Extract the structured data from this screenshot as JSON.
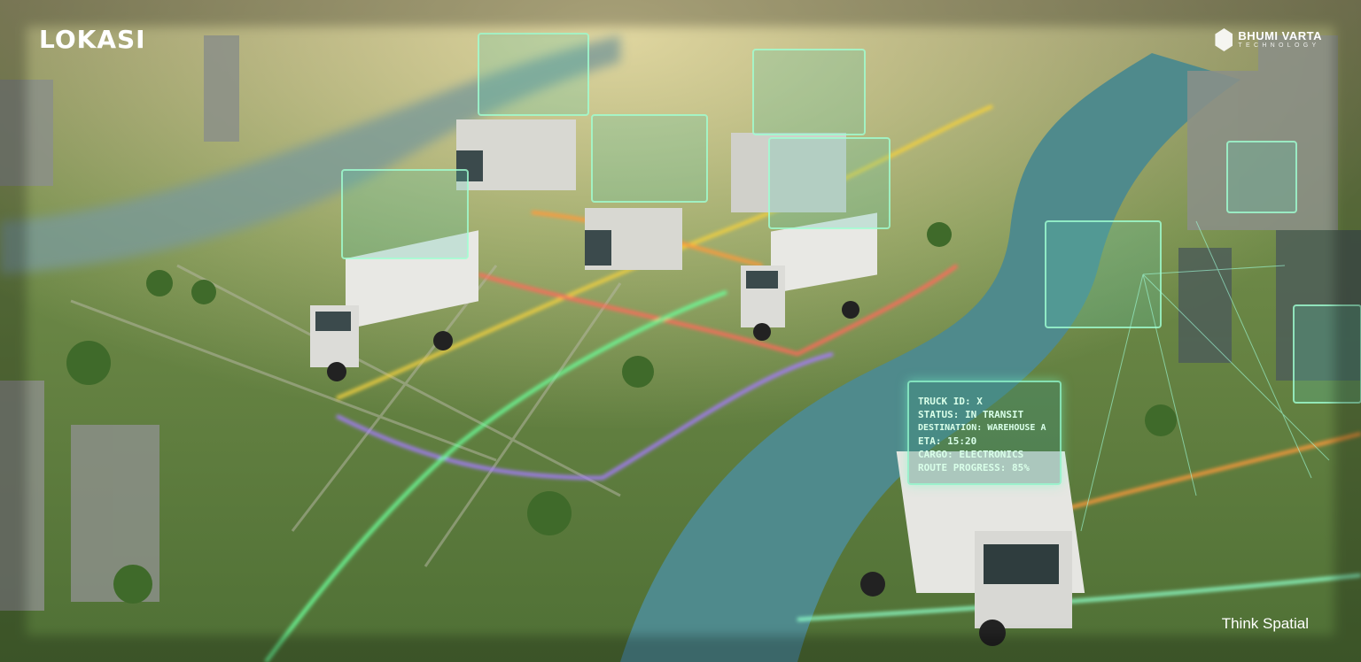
{
  "header": {
    "left_logo": "LOKASI",
    "right_logo_name": "BHUMI VARTA",
    "right_logo_sub": "TECHNOLOGY"
  },
  "tagline": "Think Spatial",
  "hero_panel": {
    "lines": [
      "TRUCK ID: X",
      "STATUS: IN TRANSIT",
      "DESTINATION: WAREHOUSE A",
      "ETA: 15:20",
      "CARGO: ELECTRONICS",
      "ROUTE PROGRESS: 85%"
    ]
  },
  "colors": {
    "river": "#4f8a8c",
    "ground": "#6f8f46",
    "glow": "#8effc8"
  }
}
